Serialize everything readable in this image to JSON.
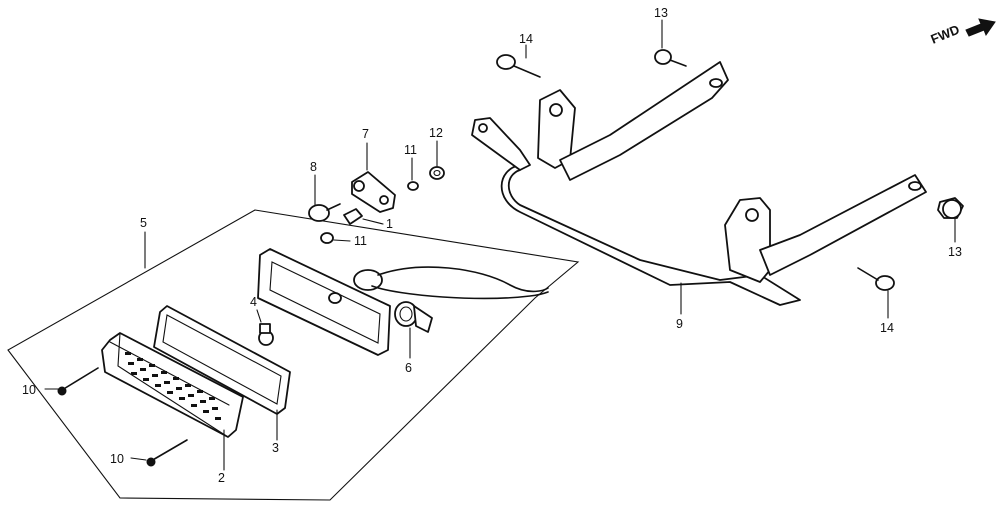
{
  "direction": {
    "label": "FWD",
    "icon": "forward-arrow-icon"
  },
  "callouts": {
    "p1": "1",
    "p2": "2",
    "p3": "3",
    "p4": "4",
    "p5": "5",
    "p6": "6",
    "p7": "7",
    "p8": "8",
    "p9": "9",
    "p10a": "10",
    "p10b": "10",
    "p11a": "11",
    "p11b": "11",
    "p12": "12",
    "p13a": "13",
    "p13b": "13",
    "p14a": "14",
    "p14b": "14"
  },
  "colors": {
    "line": "#111111",
    "background": "#ffffff"
  }
}
